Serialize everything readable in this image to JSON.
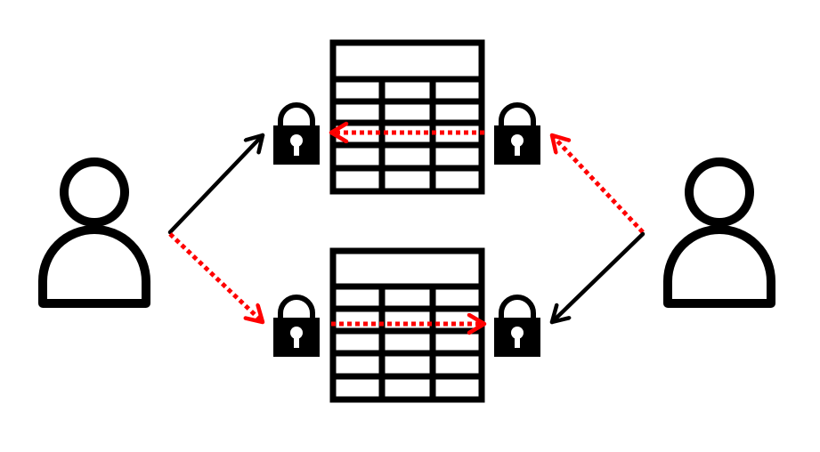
{
  "colors": {
    "ink": "#000000",
    "accent": "#ff0000",
    "background": "#ffffff"
  },
  "icons": {
    "person": "person-icon",
    "lock": "padlock-icon",
    "table": "table-grid-icon"
  },
  "diagram": {
    "actors": [
      {
        "id": "person-left",
        "icon": "person-icon"
      },
      {
        "id": "person-right",
        "icon": "person-icon"
      }
    ],
    "tables": [
      {
        "id": "table-top",
        "icon": "table-grid-icon"
      },
      {
        "id": "table-bottom",
        "icon": "table-grid-icon"
      }
    ],
    "locks": [
      {
        "id": "lock-top-left",
        "icon": "padlock-icon"
      },
      {
        "id": "lock-top-right",
        "icon": "padlock-icon"
      },
      {
        "id": "lock-bottom-left",
        "icon": "padlock-icon"
      },
      {
        "id": "lock-bottom-right",
        "icon": "padlock-icon"
      }
    ],
    "arrows": [
      {
        "id": "arrow-left-to-top-lock",
        "style": "solid",
        "color": "#000000"
      },
      {
        "id": "arrow-left-to-bottom-lock",
        "style": "dotted",
        "color": "#ff0000"
      },
      {
        "id": "arrow-right-to-top-lock",
        "style": "dotted",
        "color": "#ff0000"
      },
      {
        "id": "arrow-right-to-bottom-lock",
        "style": "solid",
        "color": "#000000"
      },
      {
        "id": "arrow-top-table-to-left",
        "style": "dotted",
        "color": "#ff0000"
      },
      {
        "id": "arrow-bottom-table-to-right",
        "style": "dotted",
        "color": "#ff0000"
      }
    ]
  }
}
